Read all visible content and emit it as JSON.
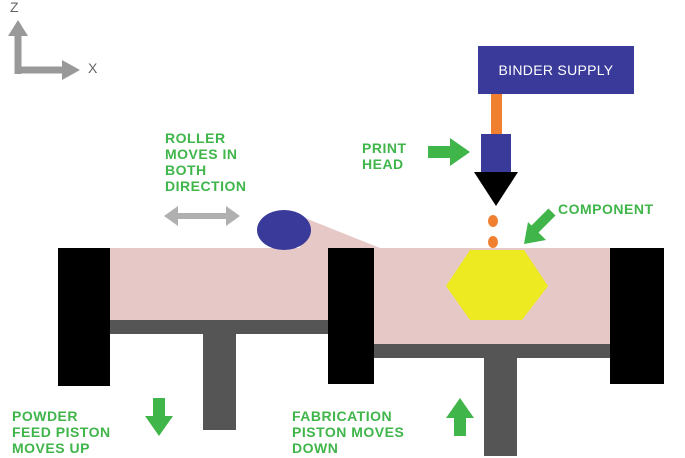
{
  "axes": {
    "z": "Z",
    "x": "X"
  },
  "binder_supply": "BINDER SUPPLY",
  "labels": {
    "roller": [
      "ROLLER",
      "MOVES IN",
      "BOTH",
      "DIRECTION"
    ],
    "print_head": [
      "PRINT",
      "HEAD"
    ],
    "component": [
      "COMPONENT"
    ],
    "powder_feed": [
      "POWDER",
      "FEED PISTON",
      "MOVES UP"
    ],
    "fabrication": [
      "FABRICATION",
      "PISTON MOVES",
      "DOWN"
    ]
  },
  "colors": {
    "label_green": "#3fb54a",
    "powder_bed": "#e6c8c6",
    "wall": "#000000",
    "piston": "#555555",
    "roller": "#3a3a9a",
    "binder_supply": "#3a3a9a",
    "feed_tube": "#f08030",
    "droplet": "#f08030",
    "component": "#eeea22",
    "double_arrow": "#b0b0b0",
    "axis_arrow": "#999999"
  }
}
